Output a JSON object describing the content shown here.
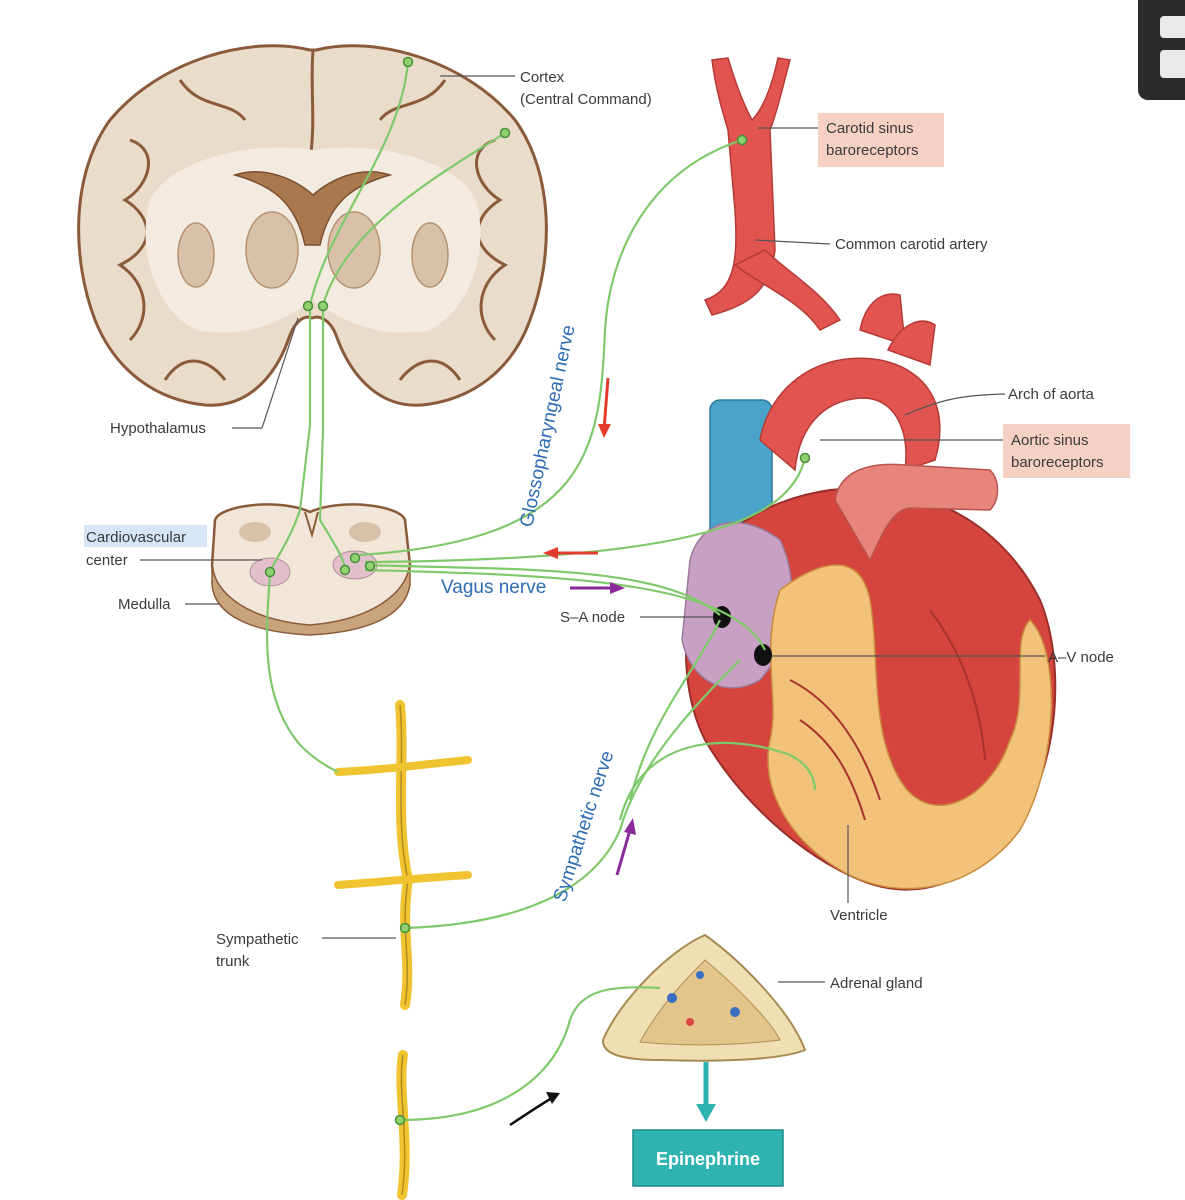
{
  "labels": {
    "cortex_line1": "Cortex",
    "cortex_line2": "(Central Command)",
    "carotid_line1": "Carotid sinus",
    "carotid_line2": "baroreceptors",
    "common_carotid": "Common carotid artery",
    "arch_aorta": "Arch of aorta",
    "aortic_line1": "Aortic sinus",
    "aortic_line2": "baroreceptors",
    "hypothalamus": "Hypothalamus",
    "cardio_line1": "Cardiovascular",
    "cardio_line2": "center",
    "medulla": "Medulla",
    "sa_node": "S–A node",
    "av_node": "A–V node",
    "ventricle": "Ventricle",
    "symp_line1": "Sympathetic",
    "symp_line2": "trunk",
    "adrenal": "Adrenal gland",
    "epinephrine": "Epinephrine"
  },
  "nerves": {
    "glossopharyngeal": "Glossopharyngeal nerve",
    "vagus": "Vagus nerve",
    "sympathetic": "Sympathetic nerve"
  },
  "colors": {
    "nerve": "#7fc96b",
    "brain_gray": "#eadccb",
    "brain_outline": "#8a5a3a",
    "artery": "#e2544f",
    "vein": "#4aa3c8",
    "fat": "#f2c27a",
    "trunk": "#f0c431",
    "epinephrine_box": "#2fb3b0",
    "highlight_box": "#f5d0c3",
    "arrow_red": "#e33b2c",
    "arrow_purple": "#8a2a9a",
    "nerve_label": "#2e6db5"
  }
}
